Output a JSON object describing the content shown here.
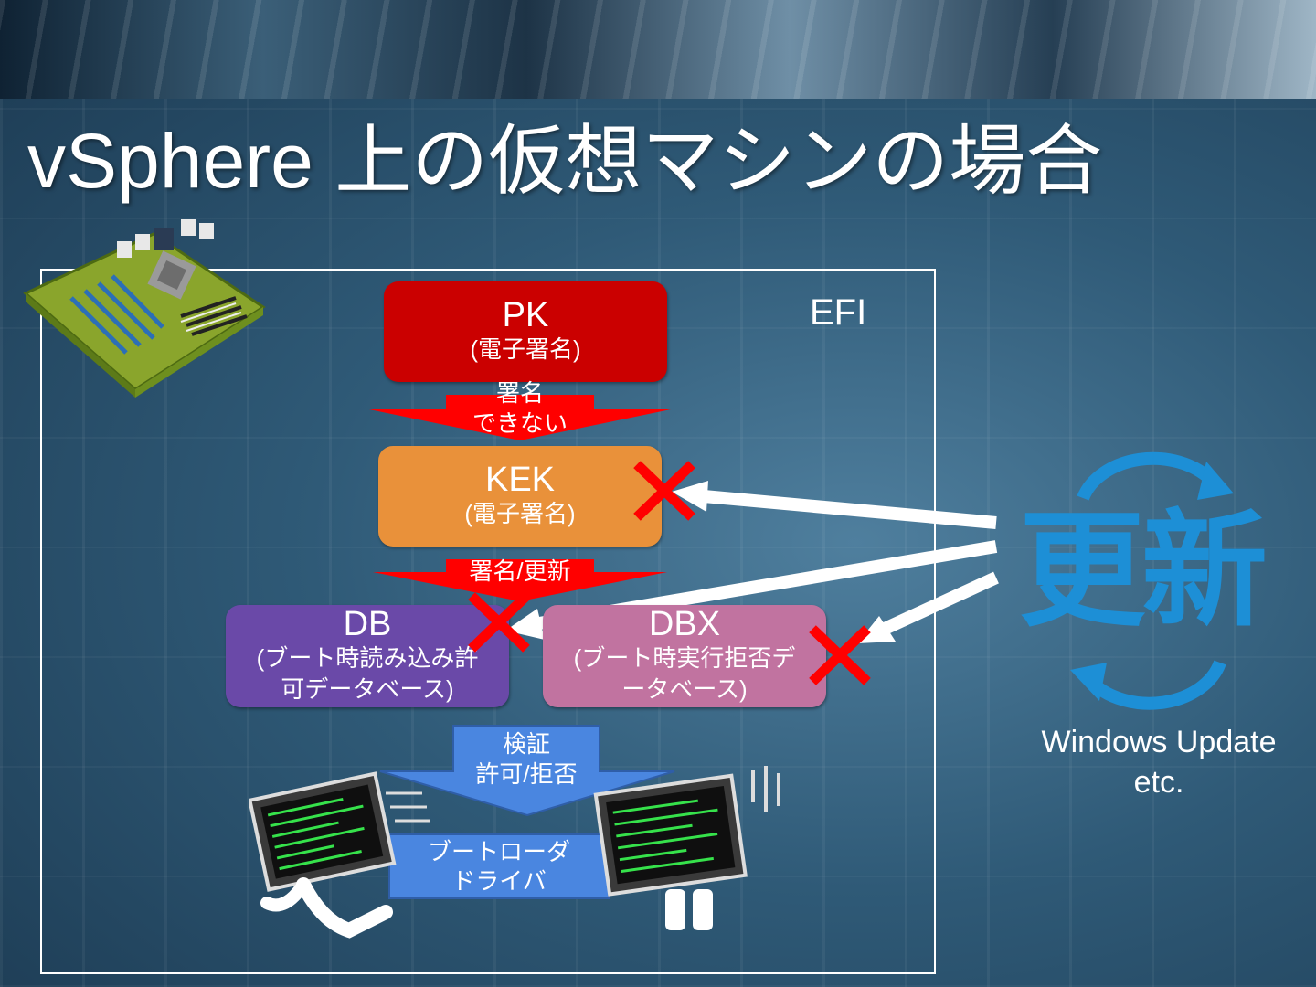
{
  "slide": {
    "title": "vSphere 上の仮想マシンの場合"
  },
  "efi": {
    "label": "EFI",
    "pk": {
      "name": "PK",
      "sub": "(電子署名)"
    },
    "kek": {
      "name": "KEK",
      "sub": "(電子署名)"
    },
    "db": {
      "name": "DB",
      "sub_line1": "(ブート時読み込み許",
      "sub_line2": "可データベース)"
    },
    "dbx": {
      "name": "DBX",
      "sub_line1": "(ブート時実行拒否デ",
      "sub_line2": "ータベース)"
    },
    "arrow_pk_kek": {
      "line1": "署名",
      "line2": "できない"
    },
    "arrow_kek_db": {
      "line1": "署名/更新"
    },
    "arrow_verify": {
      "line1": "検証",
      "line2": "許可/拒否"
    },
    "boot_target": {
      "line1": "ブートローダ",
      "line2": "ドライバ"
    }
  },
  "update": {
    "text": "更新",
    "label_line1": "Windows Update",
    "label_line2": "etc."
  },
  "colors": {
    "pk": "#cb0000",
    "kek": "#e9913a",
    "db": "#6a49a8",
    "dbx": "#c173a0",
    "verify_arrow": "#4a86e0",
    "red_arrow": "#ff0000",
    "update_blue": "#1d8fd6",
    "x_mark": "#ff0000"
  },
  "icons": [
    "motherboard-icon",
    "update-cycle-icon",
    "hacker-running-icon",
    "hacker-blocked-icon",
    "x-mark-icon"
  ]
}
